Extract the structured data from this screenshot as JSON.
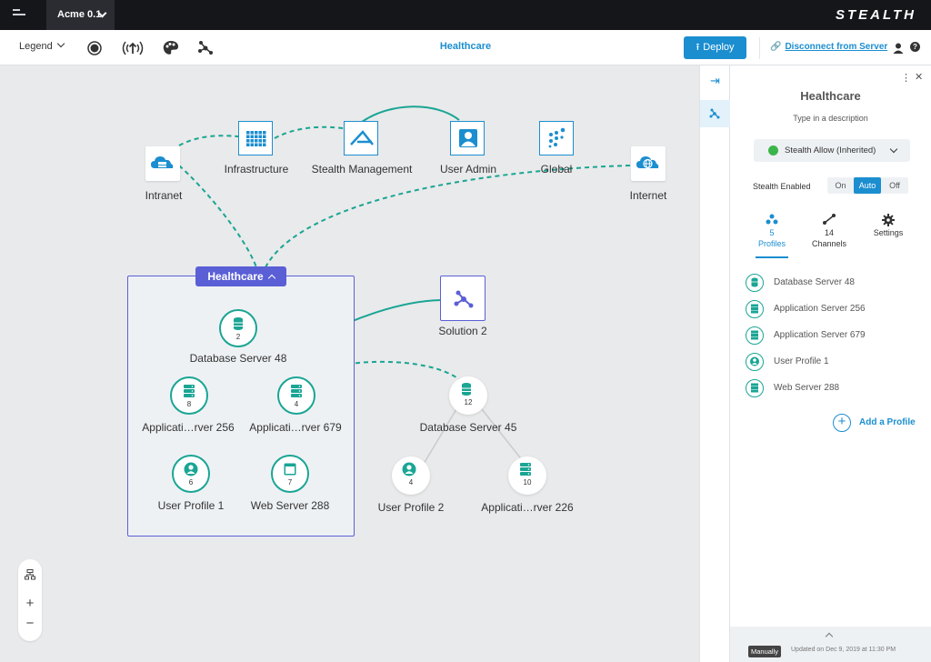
{
  "topbar": {
    "workspace": "Acme 0.1",
    "brand": "STEALTH"
  },
  "toolbar": {
    "legend_label": "Legend",
    "title": "Healthcare",
    "deploy_label": "Deploy",
    "disconnect_label": "Disconnect from Server"
  },
  "canvas": {
    "top_nodes": [
      {
        "label": "Intranet",
        "icon": "cloud-server-icon"
      },
      {
        "label": "Infrastructure",
        "icon": "grid-icon"
      },
      {
        "label": "Stealth Management",
        "icon": "stealth-logo-icon"
      },
      {
        "label": "User Admin",
        "icon": "user-icon"
      },
      {
        "label": "Global",
        "icon": "dots-cluster-icon"
      },
      {
        "label": "Internet",
        "icon": "globe-cloud-icon"
      }
    ],
    "group": {
      "label": "Healthcare"
    },
    "solution": {
      "label": "Solution 2",
      "icon": "share-nodes-icon"
    },
    "profiles": [
      {
        "label": "Database Server 48",
        "count": "2",
        "icon": "database-icon"
      },
      {
        "label": "Applicati…rver 256",
        "count": "8",
        "icon": "server-icon"
      },
      {
        "label": "Applicati…rver 679",
        "count": "4",
        "icon": "server-icon"
      },
      {
        "label": "User Profile 1",
        "count": "6",
        "icon": "user-icon"
      },
      {
        "label": "Web Server 288",
        "count": "7",
        "icon": "browser-icon"
      },
      {
        "label": "Database Server 45",
        "count": "12",
        "icon": "database-icon"
      },
      {
        "label": "User Profile 2",
        "count": "4",
        "icon": "user-icon"
      },
      {
        "label": "Applicati…rver 226",
        "count": "10",
        "icon": "server-icon"
      }
    ],
    "zoom": {
      "in": "+",
      "out": "−"
    }
  },
  "panel": {
    "title": "Healthcare",
    "description_placeholder": "Type in a description",
    "policy": "Stealth Allow (Inherited)",
    "stealth_enabled_label": "Stealth Enabled",
    "toggle": {
      "on": "On",
      "auto": "Auto",
      "off": "Off",
      "selected": "Auto"
    },
    "tabs": [
      {
        "count": "5",
        "label": "Profiles",
        "icon": "profiles-icon"
      },
      {
        "count": "14",
        "label": "Channels",
        "icon": "channel-icon"
      },
      {
        "count": "",
        "label": "Settings",
        "icon": "gear-icon"
      }
    ],
    "profile_list": [
      {
        "label": "Database Server 48",
        "icon": "database-icon"
      },
      {
        "label": "Application Server 256",
        "icon": "server-icon"
      },
      {
        "label": "Application Server 679",
        "icon": "server-icon"
      },
      {
        "label": "User Profile 1",
        "icon": "user-icon"
      },
      {
        "label": "Web Server 288",
        "icon": "server-icon"
      }
    ],
    "add_profile_label": "Add a Profile",
    "footer": {
      "badge": "Manually",
      "updated": "Updated on Dec 9, 2019 at 11:30 PM"
    }
  },
  "colors": {
    "accent": "#1b8ed0",
    "teal": "#1aa594",
    "group": "#5a5fd6",
    "topbar": "#15161a"
  }
}
